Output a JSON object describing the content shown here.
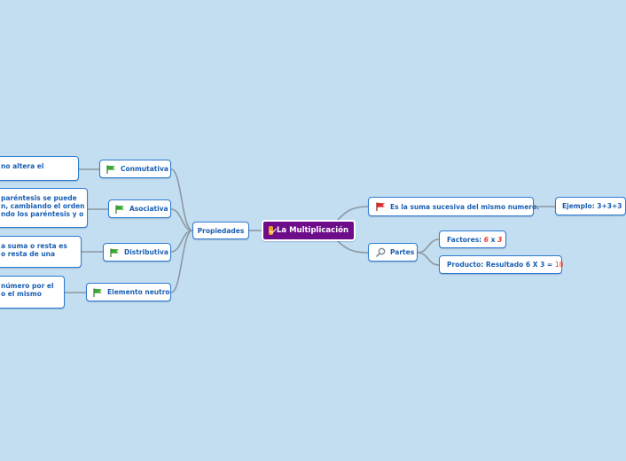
{
  "center": {
    "label": "La Multiplicación",
    "icon": "checkbox-checked-icon"
  },
  "left": {
    "propiedades": "Propiedades",
    "items": [
      {
        "label": "Conmutativa",
        "icon": "green-flag-icon",
        "desc_lines": [
          "no altera el"
        ]
      },
      {
        "label": "Asociativa",
        "icon": "green-flag-icon",
        "desc_lines": [
          "paréntesis se puede",
          "n, cambiando el orden",
          "ndo los paréntesis y o"
        ]
      },
      {
        "label": "Distributiva",
        "icon": "green-flag-icon",
        "desc_lines": [
          "a suma o resta es",
          "o resta de una"
        ]
      },
      {
        "label": "Elemento neutro",
        "icon": "green-flag-icon",
        "desc_lines": [
          "número por el",
          "o el mismo"
        ]
      }
    ]
  },
  "right": {
    "suma": {
      "label": "Es la suma sucesiva del mismo numero.",
      "icon": "red-flag-icon"
    },
    "ejemplo": "Ejemplo: 3+3+3",
    "partes": {
      "label": "Partes",
      "icon": "magnifier-icon"
    },
    "factores": {
      "prefix": "Factores: ",
      "a": "6",
      "sep": " x ",
      "b": "3"
    },
    "producto": {
      "prefix": "Producto: Resultado 6 X 3 = ",
      "value": "18"
    }
  },
  "colors": {
    "background": "#c3ddf1",
    "center_fill": "#6e0d8a",
    "node_border": "#2e7bd1",
    "node_text": "#1a5fb4",
    "highlight_red": "#e6392c",
    "flag_green": "#3aa832",
    "flag_red": "#e02b2b",
    "connector": "#8d98a3"
  }
}
